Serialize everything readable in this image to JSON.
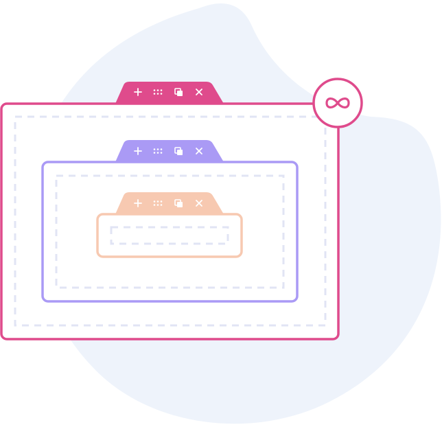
{
  "colors": {
    "background_blob": "#eef3fb",
    "outer_section": "#df4b8c",
    "middle_section": "#aa9af5",
    "inner_section": "#f7c9b1",
    "dashed_dropzone": "#e1e4f4",
    "icon_on_tab": "#ffffff",
    "canvas": "#ffffff"
  },
  "sections": [
    {
      "name": "outer",
      "color_key": "outer_section",
      "handle_icons": [
        "plus-icon",
        "drag-grid-icon",
        "duplicate-icon",
        "close-icon"
      ]
    },
    {
      "name": "middle",
      "color_key": "middle_section",
      "handle_icons": [
        "plus-icon",
        "drag-grid-icon",
        "duplicate-icon",
        "close-icon"
      ]
    },
    {
      "name": "inner",
      "color_key": "inner_section",
      "handle_icons": [
        "plus-icon",
        "drag-grid-icon",
        "duplicate-icon",
        "close-icon"
      ]
    }
  ],
  "link_badge": {
    "icon": "infinity-icon"
  }
}
